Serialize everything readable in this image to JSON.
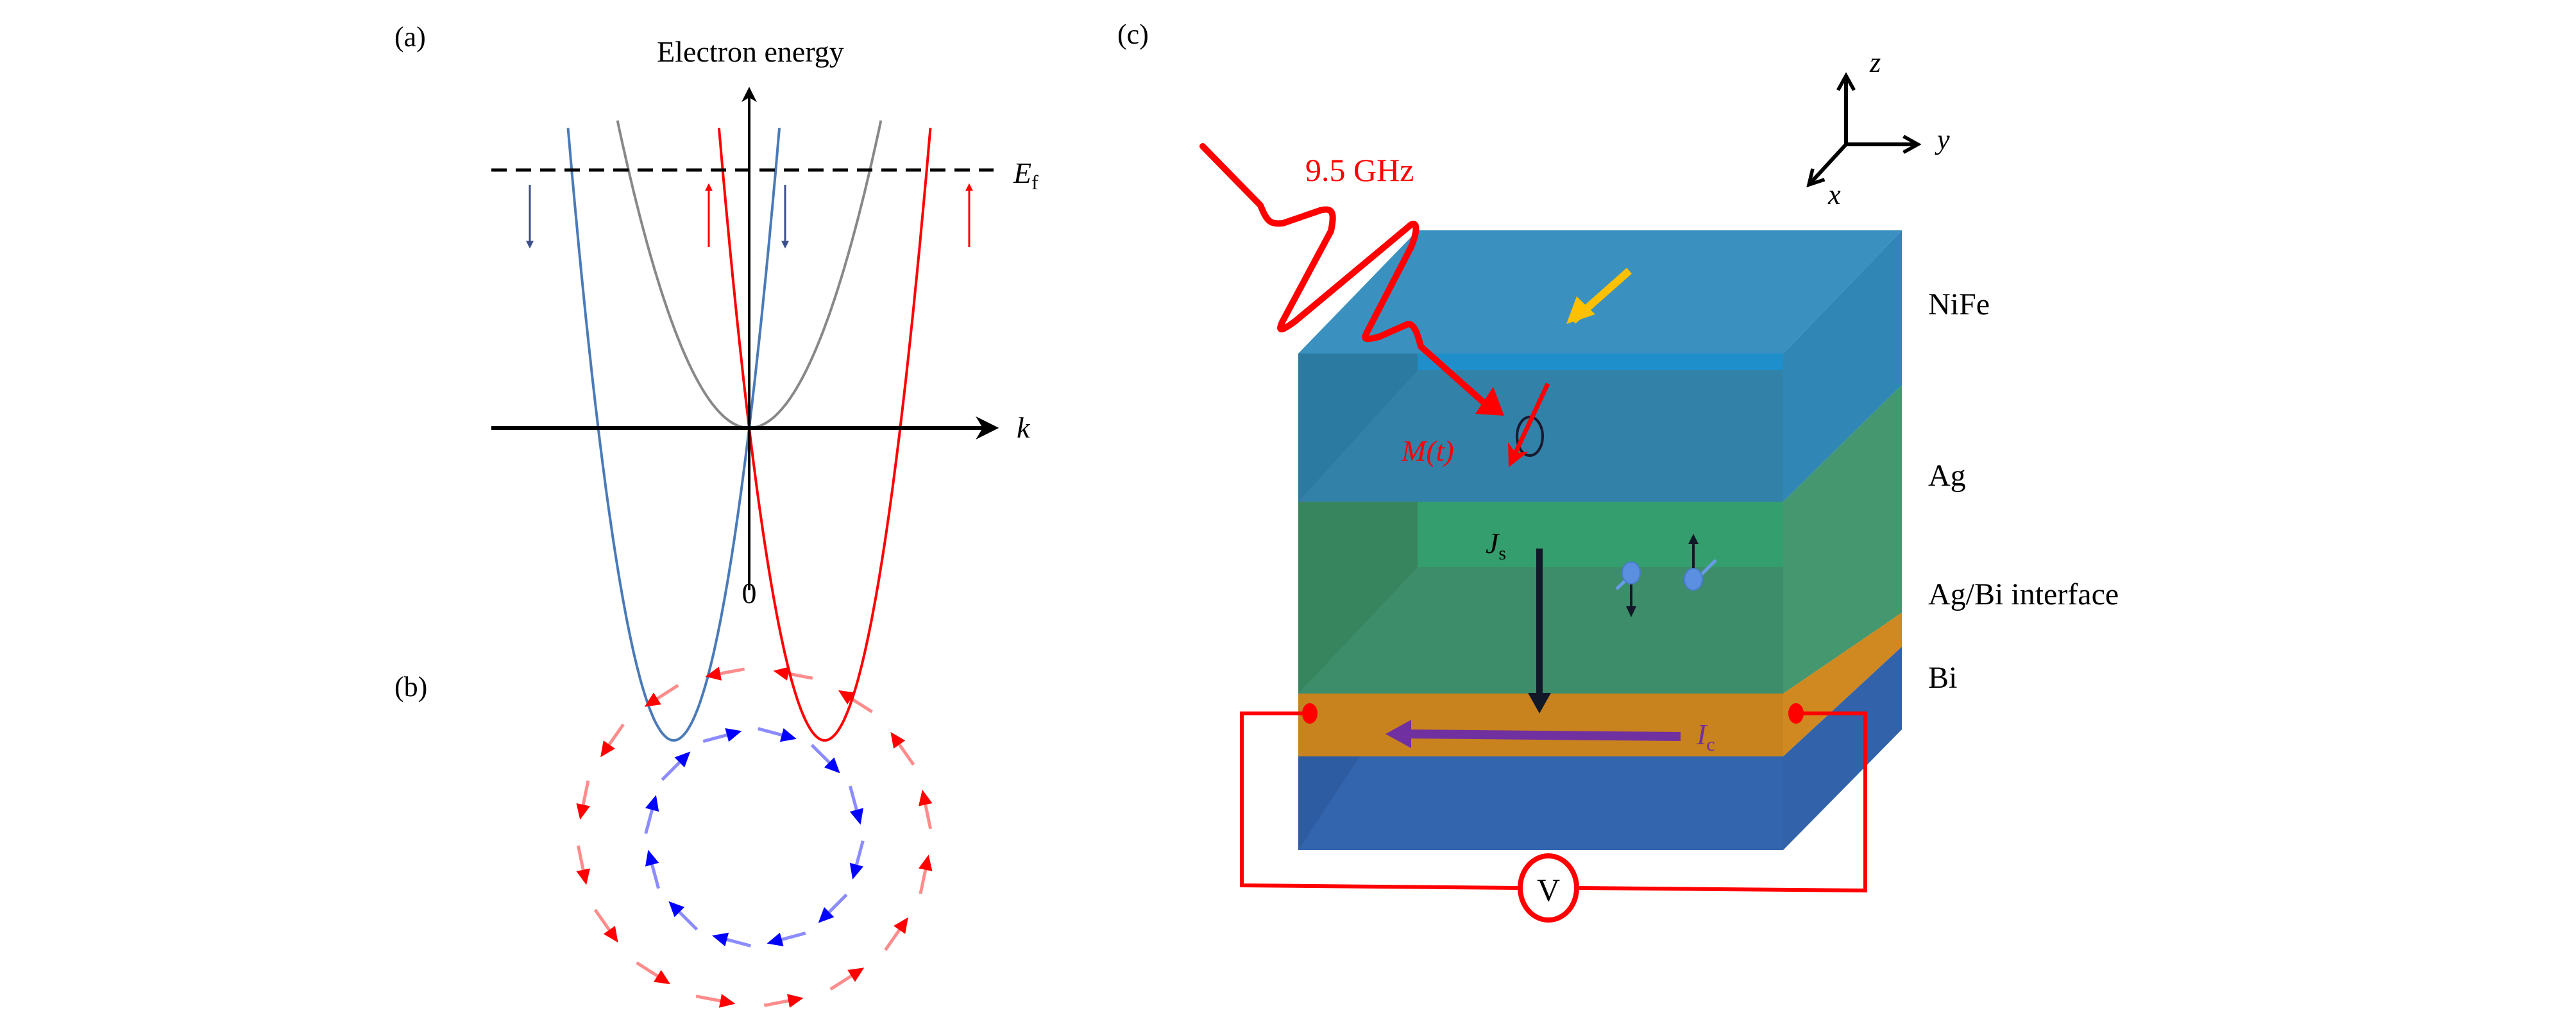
{
  "figure": {
    "panels": {
      "a": {
        "label": "(a)",
        "title": "Electron energy",
        "x_axis_label": "k",
        "origin_label": "0",
        "fermi_label_main": "E",
        "fermi_label_sub": "f",
        "bands": [
          {
            "name": "spin-down band",
            "color": "#4A7AB8",
            "k_min": -0.55,
            "spin": "down"
          },
          {
            "name": "free electron band",
            "color": "#888888",
            "k_min": 0.0,
            "spin": "none"
          },
          {
            "name": "spin-up band",
            "color": "#FF0000",
            "k_min": 0.55,
            "spin": "up"
          }
        ],
        "spin_arrows": [
          {
            "color": "#3D4F8A",
            "direction": "down"
          },
          {
            "color": "#FF0000",
            "direction": "up"
          },
          {
            "color": "#3D4F8A",
            "direction": "down"
          },
          {
            "color": "#FF0000",
            "direction": "up"
          }
        ]
      },
      "b": {
        "label": "(b)",
        "rings": [
          {
            "name": "outer Fermi contour",
            "color": "#FF0000",
            "circulation": "counter-clockwise",
            "arrow_count": 16
          },
          {
            "name": "inner Fermi contour",
            "color": "#0000FF",
            "circulation": "clockwise",
            "arrow_count": 12
          }
        ]
      },
      "c": {
        "label": "(c)",
        "microwave_label": "9.5 GHz",
        "magnetization_label": "M(t)",
        "spin_current_main": "J",
        "spin_current_sub": "s",
        "charge_current_main": "I",
        "charge_current_sub": "c",
        "voltmeter_label": "V",
        "axes": {
          "z": "z",
          "y": "y",
          "x": "x"
        },
        "layers": [
          {
            "name": "NiFe",
            "label": "NiFe",
            "color": "#3281A8"
          },
          {
            "name": "Ag",
            "label": "Ag",
            "color": "#3D8C6A"
          },
          {
            "name": "Ag/Bi interface",
            "label": "Ag/Bi interface",
            "color": "#C8821E"
          },
          {
            "name": "Bi",
            "label": "Bi",
            "color": "#3265AD"
          }
        ],
        "colors": {
          "microwave": "#FF0000",
          "field_arrow": "#FFC000",
          "current_arrow": "#7030A0",
          "circuit": "#FF0000",
          "spin_current": "#111827"
        }
      }
    }
  }
}
